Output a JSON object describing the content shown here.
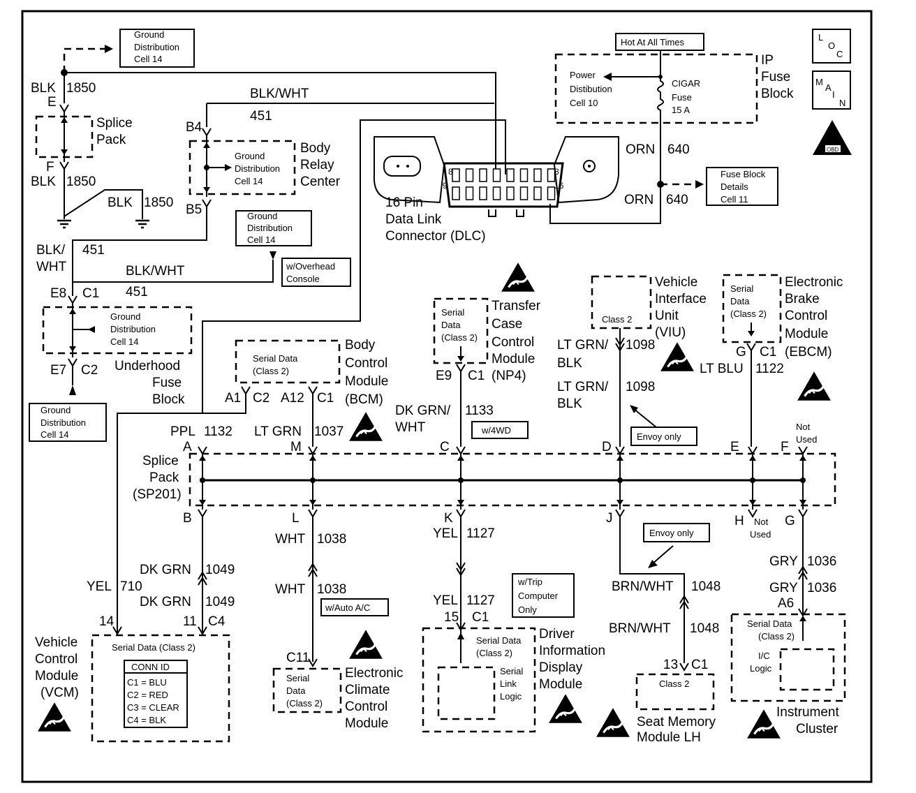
{
  "labels": {
    "gdc14_top": [
      "Ground",
      "Distribution",
      "Cell 14"
    ],
    "blk_1850_a": [
      "BLK",
      "1850"
    ],
    "splice_e": "E",
    "splice_pack_top": [
      "Splice",
      "Pack"
    ],
    "splice_f": "F",
    "blk_1850_b": [
      "BLK",
      "1850"
    ],
    "blk_1850_c": [
      "BLK",
      "1850"
    ],
    "blk_wht_top": "BLK/WHT",
    "wire_451_top": "451",
    "b4": "B4",
    "b5": "B5",
    "gdc14_brc": [
      "Ground",
      "Distribution",
      "Cell 14"
    ],
    "body_relay": [
      "Body",
      "Relay",
      "Center"
    ],
    "gdc14_mid": [
      "Ground",
      "Distribution",
      "Cell 14"
    ],
    "overhead": [
      "w/Overhead",
      "Console"
    ],
    "blk_wht_left": [
      "BLK/",
      "WHT"
    ],
    "wire_451_left": "451",
    "blk_wht_mid": "BLK/WHT",
    "wire_451_mid": "451",
    "e8": "E8",
    "c1_e8": "C1",
    "gdc14_ufb": [
      "Ground",
      "Distribution",
      "Cell 14"
    ],
    "e7": "E7",
    "c2_e7": "C2",
    "ufb": [
      "Underhood",
      "Fuse",
      "Block"
    ],
    "gdc14_bot": [
      "Ground",
      "Distribution",
      "Cell 14"
    ],
    "hot": "Hot At All Times",
    "ip_fuse": [
      "IP",
      "Fuse",
      "Block"
    ],
    "power_dist": [
      "Power",
      "Distibution",
      "Cell 10"
    ],
    "cigar": [
      "CIGAR",
      "Fuse",
      "15 A"
    ],
    "orn_640_a": [
      "ORN",
      "640"
    ],
    "orn_640_b": [
      "ORN",
      "640"
    ],
    "fuse_details": [
      "Fuse Block",
      "Details",
      "Cell 11"
    ],
    "dlc": [
      "16 Pin",
      "Data Link",
      "Connector (DLC)"
    ],
    "dlc_pin8": "8",
    "dlc_pin9": "9",
    "dlc_pin16": "16",
    "loc": [
      "L",
      "O",
      "C"
    ],
    "main": [
      "M",
      "A",
      "I",
      "N"
    ],
    "obd": "OBD II",
    "bcm": [
      "Body",
      "Control",
      "Module",
      "(BCM)"
    ],
    "bcm_serial": [
      "Serial Data",
      "(Class 2)"
    ],
    "a1": "A1",
    "c2_bcm": "C2",
    "a12": "A12",
    "c1_bcm": "C1",
    "ppl_1132": [
      "PPL",
      "1132"
    ],
    "ltgrn_1037": [
      "LT GRN",
      "1037"
    ],
    "tccm": [
      "Transfer",
      "Case",
      "Control",
      "Module",
      "(NP4)"
    ],
    "tccm_serial": [
      "Serial",
      "Data",
      "(Class 2)"
    ],
    "e9": "E9",
    "c1_tccm": "C1",
    "dkgrn_1133": [
      "DK GRN/",
      "WHT",
      "1133"
    ],
    "w4wd": "w/4WD",
    "viu": [
      "Vehicle",
      "Interface",
      "Unit",
      "(VIU)"
    ],
    "viu_class2": "Class 2",
    "ltgrn_1098_a": [
      "LT GRN/",
      "BLK",
      "1098"
    ],
    "ltgrn_1098_b": [
      "LT GRN/",
      "BLK",
      "1098"
    ],
    "envoy_1": "Envoy only",
    "ebcm": [
      "Electronic",
      "Brake",
      "Control",
      "Module",
      "(EBCM)"
    ],
    "ebcm_serial": [
      "Serial",
      "Data",
      "(Class 2)"
    ],
    "g_ebcm": "G",
    "c1_ebcm": "C1",
    "ltblu_1122": [
      "LT BLU",
      "1122"
    ],
    "not_used_top": [
      "Not",
      "Used"
    ],
    "sp201": [
      "Splice",
      "Pack",
      "(SP201)"
    ],
    "sp_top_letters": [
      "A",
      "M",
      "C",
      "D",
      "E",
      "F"
    ],
    "sp_bot_letters": [
      "B",
      "L",
      "K",
      "J",
      "H",
      "G"
    ],
    "not_used_bot": [
      "Not",
      "Used"
    ],
    "yel_710": [
      "YEL",
      "710"
    ],
    "dkgrn_1049_a": [
      "DK GRN",
      "1049"
    ],
    "dkgrn_1049_b": [
      "DK GRN",
      "1049"
    ],
    "vcm_pins": [
      "14",
      "11",
      "C4"
    ],
    "vcm": [
      "Vehicle",
      "Control",
      "Module",
      "(VCM)"
    ],
    "vcm_serial": "Serial Data   (Class 2)",
    "conn_id": [
      "CONN ID",
      "C1 = BLU",
      "C2 = RED",
      "C3 = CLEAR",
      "C4 = BLK"
    ],
    "wht_1038_a": [
      "WHT",
      "1038"
    ],
    "wht_1038_b": [
      "WHT",
      "1038"
    ],
    "w_auto_ac": "w/Auto A/C",
    "c11": "C11",
    "eccm_serial": [
      "Serial",
      "Data",
      "(Class 2)"
    ],
    "eccm": [
      "Electronic",
      "Climate",
      "Control",
      "Module"
    ],
    "yel_1127_a": [
      "YEL",
      "1127"
    ],
    "yel_1127_b": [
      "YEL",
      "1127"
    ],
    "w_trip": [
      "w/Trip",
      "Computer",
      "Only"
    ],
    "c1_15": [
      "15",
      "C1"
    ],
    "didm_serial": [
      "Serial Data",
      "(Class 2)"
    ],
    "serial_link": [
      "Serial",
      "Link",
      "Logic"
    ],
    "didm": [
      "Driver",
      "Information",
      "Display",
      "Module"
    ],
    "envoy_2": "Envoy only",
    "brn_1048_a": [
      "BRN/WHT",
      "1048"
    ],
    "brn_1048_b": [
      "BRN/WHT",
      "1048"
    ],
    "c1_13": [
      "13",
      "C1"
    ],
    "seat_class2": "Class 2",
    "seat": [
      "Seat Memory",
      "Module LH"
    ],
    "gry_1036_a": [
      "GRY",
      "1036"
    ],
    "gry_1036_b": [
      "GRY",
      "1036"
    ],
    "a6": "A6",
    "ic_serial": [
      "Serial Data",
      "(Class 2)"
    ],
    "ic_logic": [
      "I/C",
      "Logic"
    ],
    "ic": [
      "Instrument",
      "Cluster"
    ]
  }
}
